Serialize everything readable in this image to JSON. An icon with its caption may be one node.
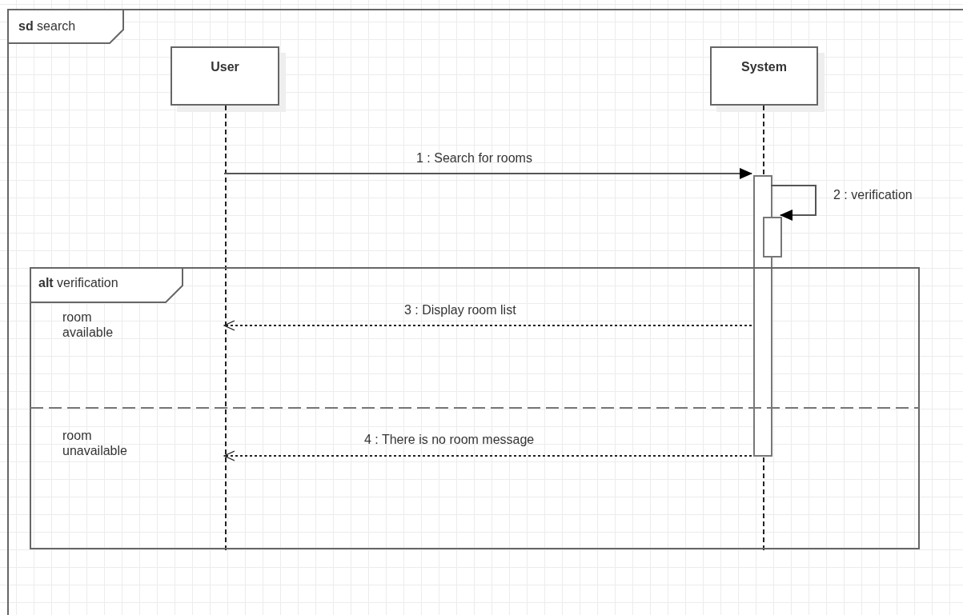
{
  "diagram": {
    "nodes": [
      {
        "text": [
          "**sd** search"
        ]
      },
      {
        "text": [
          "User"
        ],
        "in": 0
      },
      {
        "text": [
          "System"
        ],
        "in": 0
      },
      {
        "text": [],
        "shape": "line",
        "in": 0
      },
      {
        "text": [],
        "shape": "line",
        "in": 0
      },
      {
        "text": [],
        "shape": "bar",
        "in": 0
      },
      {
        "text": [],
        "shape": "bar",
        "in": 0
      }
    ],
    "labels": [
      "**alt** verification",
      "room available",
      "room unavailable"
    ],
    "edges": [
      {
        "from": 3,
        "to": 5,
        "arrow": "to",
        "label": "1 : Search for rooms"
      },
      {
        "from": 5,
        "to": 6,
        "arrow": "to",
        "label": "2 : verification"
      },
      {
        "from": 5,
        "to": 3,
        "arrow": "to",
        "style": "dashed",
        "label": "3 : Display room list"
      },
      {
        "from": 5,
        "to": 3,
        "arrow": "to",
        "style": "dashed",
        "label": "4 : There is no room message"
      }
    ]
  }
}
